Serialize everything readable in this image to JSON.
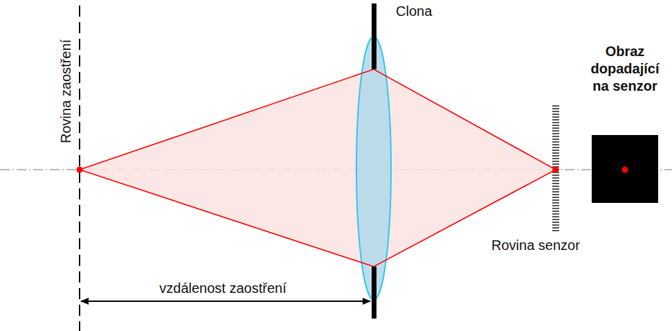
{
  "diagram": {
    "labels": [
      "Rovina zaostření",
      "Clona",
      "Obraz dopadající na senzor",
      "Rovina senzor",
      "vzdálenost zaostření"
    ]
  }
}
